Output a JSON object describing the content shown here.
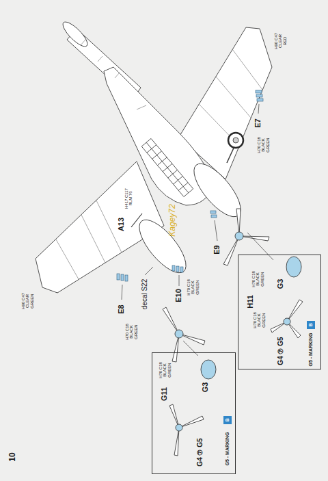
{
  "diagram": {
    "nodes": [
      {
        "text": [
          "G3",
          "H11",
          "G4 ⑦ G5",
          "G5 - MARKING",
          "H70 C18 BLACK GREEN",
          "H70 C18 BLACK GREEN"
        ]
      },
      {
        "text": [
          "B"
        ],
        "in": 0
      },
      {
        "text": [
          "G3",
          "G11",
          "G4 ⑦ G5",
          "G5 - MARKING",
          "H70 C18 BLACK GREEN"
        ]
      },
      {
        "text": [
          "B"
        ],
        "in": 2
      }
    ],
    "labels": [
      "10",
      "A13",
      "E7",
      "E9",
      "E10",
      "E8",
      "decal S22",
      "Kagey72",
      "H417 C117 RLM 76",
      "H70 C18 BLACK GREEN",
      "H90 C47 CLEAR RED",
      "H90 C47 CLEAR GREEN",
      "H70 C18 BLACK GREEN",
      "H70 C18 BLACK GREEN"
    ]
  }
}
